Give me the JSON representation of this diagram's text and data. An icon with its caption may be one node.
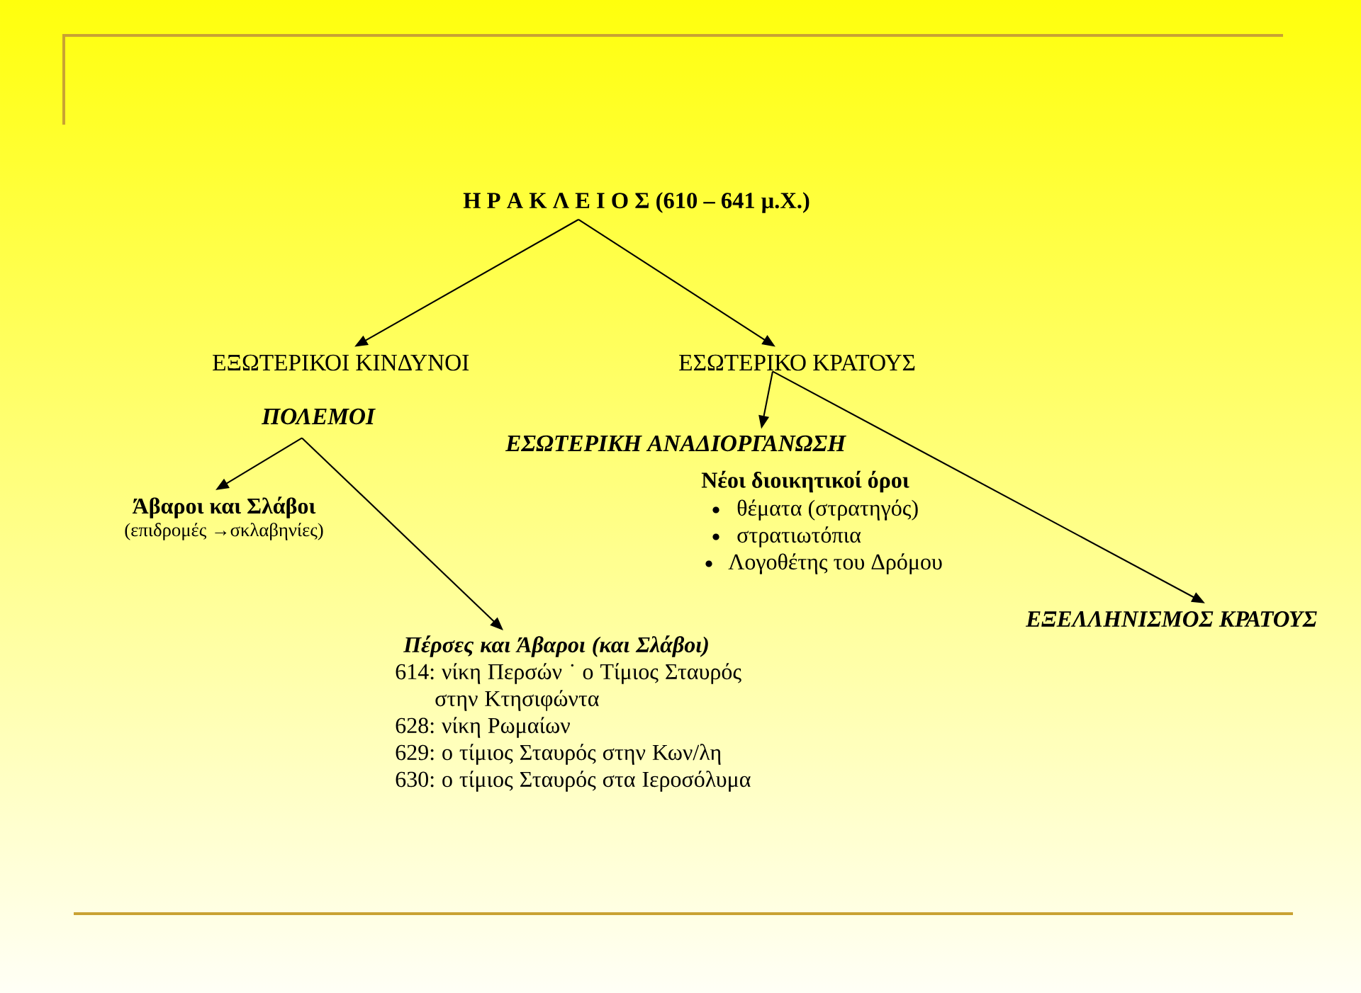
{
  "diagram": {
    "nodes": [
      {
        "text": [
          "Η Ρ Α Κ Λ Ε Ι Ο Σ (610 – 641 μ.Χ.)"
        ]
      },
      {
        "text": [
          "ΕΞΩΤΕΡΙΚΟΙ ΚΙΝΔΥΝΟΙ"
        ]
      },
      {
        "text": [
          "ΕΣΩΤΕΡΙΚΟ ΚΡΑΤΟΥΣ"
        ]
      },
      {
        "text": [
          "ΠΟΛΕΜΟΙ"
        ]
      },
      {
        "text": [
          "ΕΣΩΤΕΡΙΚΗ ΑΝΑΔΙΟΡΓΑΝΩΣΗ"
        ]
      },
      {
        "text": [
          "Άβαροι και Σλάβοι",
          "(επιδρομές →σκλαβηνίες)"
        ]
      },
      {
        "text": [
          "ΕΞΕΛΛΗΝΙΣΜΟΣ ΚΡΑΤΟΥΣ"
        ]
      },
      {
        "text": [
          "Πέρσες και Άβαροι (και Σλάβοι)",
          "614: νίκη Περσών ˙ ο Τίμιος Σταυρός στην Κτησιφώντα",
          "628: νίκη Ρωμαίων",
          "629: ο τίμιος Σταυρός στην Κων/λη",
          "630: ο τίμιος Σταυρός στα Ιεροσόλυμα"
        ]
      }
    ],
    "edges": [
      {
        "from": 0,
        "to": 1,
        "arrow": "to"
      },
      {
        "from": 0,
        "to": 2,
        "arrow": "to"
      },
      {
        "from": 2,
        "to": 4,
        "arrow": "to"
      },
      {
        "from": 2,
        "to": 6,
        "arrow": "to"
      },
      {
        "from": 3,
        "to": 5,
        "arrow": "to"
      },
      {
        "from": 3,
        "to": 7,
        "arrow": "to"
      }
    ],
    "labels": [
      "Νέοι διοικητικοί όροι",
      "θέματα (στρατηγός)",
      "στρατιωτόπια",
      "Λογοθέτης του Δρόμου"
    ]
  }
}
